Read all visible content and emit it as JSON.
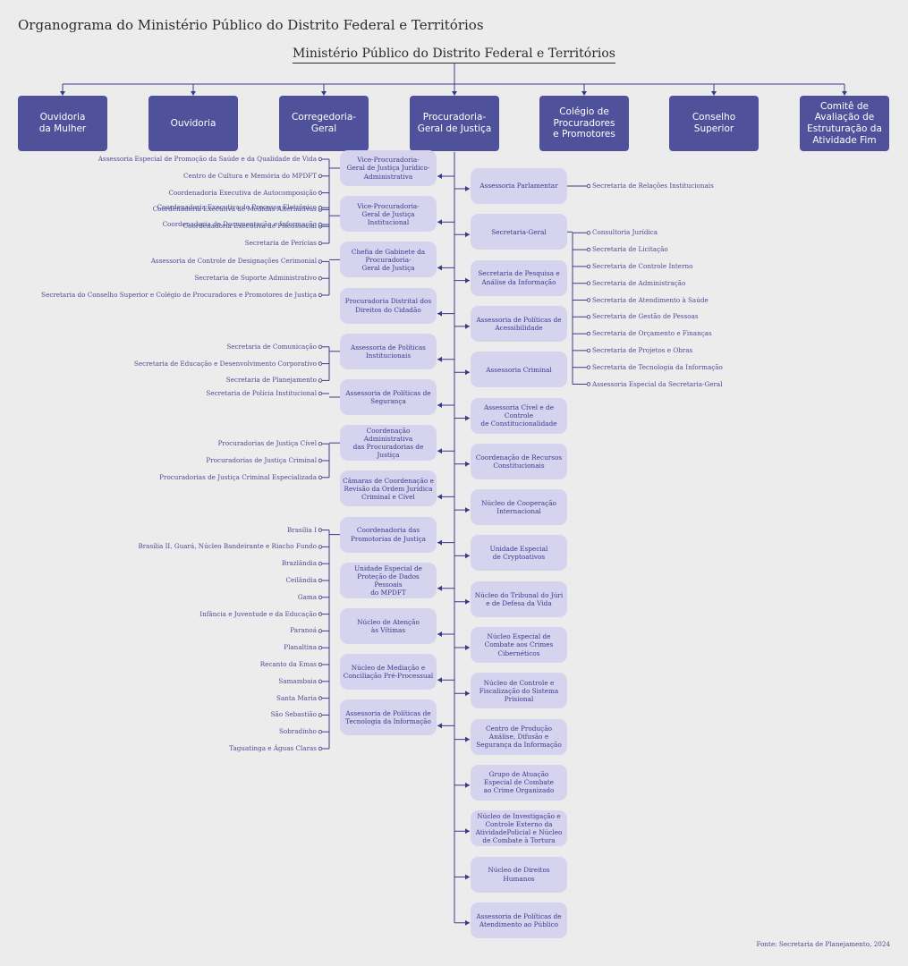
{
  "title": "Organograma do Ministério Público do Distrito Federal e Territórios",
  "root": "Ministério Público do Distrito Federal e Territórios",
  "top_units": [
    "Ouvidoria\nda Mulher",
    "Ouvidoria",
    "Corregedoria-Geral",
    "Procuradoria-\nGeral de Justiça",
    "Colégio de\nProcuradores\ne Promotores",
    "Conselho\nSuperior",
    "Comitê de\nAvaliação de\nEstruturação da\nAtividade Fim"
  ],
  "left_boxes": [
    "Vice-Procuradoria-\nGeral de Justiça Jurídico-\nAdministrativa",
    "Vice-Procuradoria-\nGeral de Justiça Institucional",
    "Chefia de Gabinete da\nProcuradoria-\nGeral de Justiça",
    "Procuradoria Distrital dos\nDireitos do Cidadão",
    "Assessoria de Políticas\nInstitucionais",
    "Assessoria de Políticas de\nSegurança",
    "Coordenação Administrativa\ndas Procuradorias de Justiça",
    "Câmaras de Coordenação e\nRevisão da Ordem Jurídica\nCriminal e Cível",
    "Coordenadoria das\nPromotorias de Justiça",
    "Unidade Especial de\nProteção de Dados Pessoais\ndo MPDFT",
    "Núcleo de Atenção\nàs Vítimas",
    "Núcleo de Mediação e\nConciliação Pré-Processual",
    "Assessoria de Políticas de\nTecnologia da Informação"
  ],
  "right_boxes": [
    "Assessoria Parlamentar",
    "Secretaria-Geral",
    "Secretaria de Pesquisa e\nAnálise da Informação",
    "Assessoria de Políticas de\nAcessibilidade",
    "Assessoria Criminal",
    "Assessoria Cível e de Controle\nde Constitucionalidade",
    "Coordenação de Recursos\nConstitucionais",
    "Núcleo de Cooperação\nInternacional",
    "Unidade Especial\nde Cryptoativos",
    "Núcleo do Tribunal do Júri\ne de Defesa da Vida",
    "Núcleo Especial de\nCombate aos Crimes\nCibernéticos",
    "Núcleo de Controle e\nFiscalização do Sistema\nPrisional",
    "Centro de Produção\nAnálise, Difusão e\nSegurança da Informação",
    "Grupo de Atuação\nEspecial de Combate\nao Crime Organizado",
    "Núcleo de Investigação e\nControle Externo da\nAtividadePolicial e Núcleo\nde Combate à Tortura",
    "Núcleo de Direitos Humanos",
    "Assessoria   de Políticas de\nAtendimento ao Público"
  ],
  "left_groups": [
    {
      "box": 0,
      "items": [
        "Assessoria Especial de Promoção da Saúde e da Qualidade de Vida",
        "Centro de Cultura e Memória do MPDFT",
        "Coordenadoria Executiva de Autocomposição",
        "Coordenadoria Executiva de Medidas Alternativas",
        "Coordenadoria Executiva de Psicossocial",
        "Secretaria de Perícias"
      ]
    },
    {
      "box": 1,
      "items": [
        "Coordenadoria Executiva do Processo Eletrônico",
        "Coordenadoria de Documentação e Informação"
      ]
    },
    {
      "box": 2,
      "items": [
        "Assessoria de Controle de Designações  Cerimonial",
        "Secretaria de Suporte Administrativo",
        "Secretaria do Conselho Superior e Colégio de Procuradores e Promotores de Justiça"
      ]
    },
    {
      "box": 4,
      "items": [
        "Secretaria de Comunicação",
        "Secretaria de Educação e Desenvolvimento Corporativo",
        "Secretaria de Planejamento"
      ]
    },
    {
      "box": 5,
      "items": [
        "Secretaria de Polícia Institucional"
      ]
    },
    {
      "box": 6,
      "items": [
        "Procuradorias de Justiça Cível",
        "Procuradorias de Justiça Criminal",
        "Procuradorias de Justiça Criminal Especializada"
      ]
    },
    {
      "box": 8,
      "items": [
        "Brasília I",
        "Brasília II, Guará, Núcleo Bandeirante e Riacho Fundo",
        "Brazlândia",
        "Ceilândia",
        "Gama",
        "Infância e Juventude e da Educação",
        "Paranoá",
        "Planaltina",
        "Recanto da Emas",
        "Samambaia",
        "Santa Maria",
        "São Sebastião",
        "Sobradinho",
        "Taguatinga e Águas Claras"
      ]
    }
  ],
  "right_groups": [
    {
      "box": 0,
      "items": [
        "Secretaria de Relações Institucionais"
      ]
    },
    {
      "box": 1,
      "items": [
        "Consultoria Jurídica",
        "Secretaria de Licitação",
        "Secretaria de Controle Interno",
        "Secretaria de Administração",
        "Secretaria de Atendimento à Saúde",
        "Secretaria de Gestão de Pessoas",
        "Secretaria de Orçamento e Finanças",
        "Secretaria de Projetos e Obras",
        "Secretaria de Tecnologia da Informação",
        "Assessoria Especial da  Secretaria-Geral"
      ]
    }
  ],
  "source": "Fonte: Secretaria de Planejamento, 2024",
  "colors": {
    "top_box": "#50519b",
    "sub_box": "#d5d3ee",
    "line": "#3a3a8c",
    "text": "#4b4b95"
  }
}
